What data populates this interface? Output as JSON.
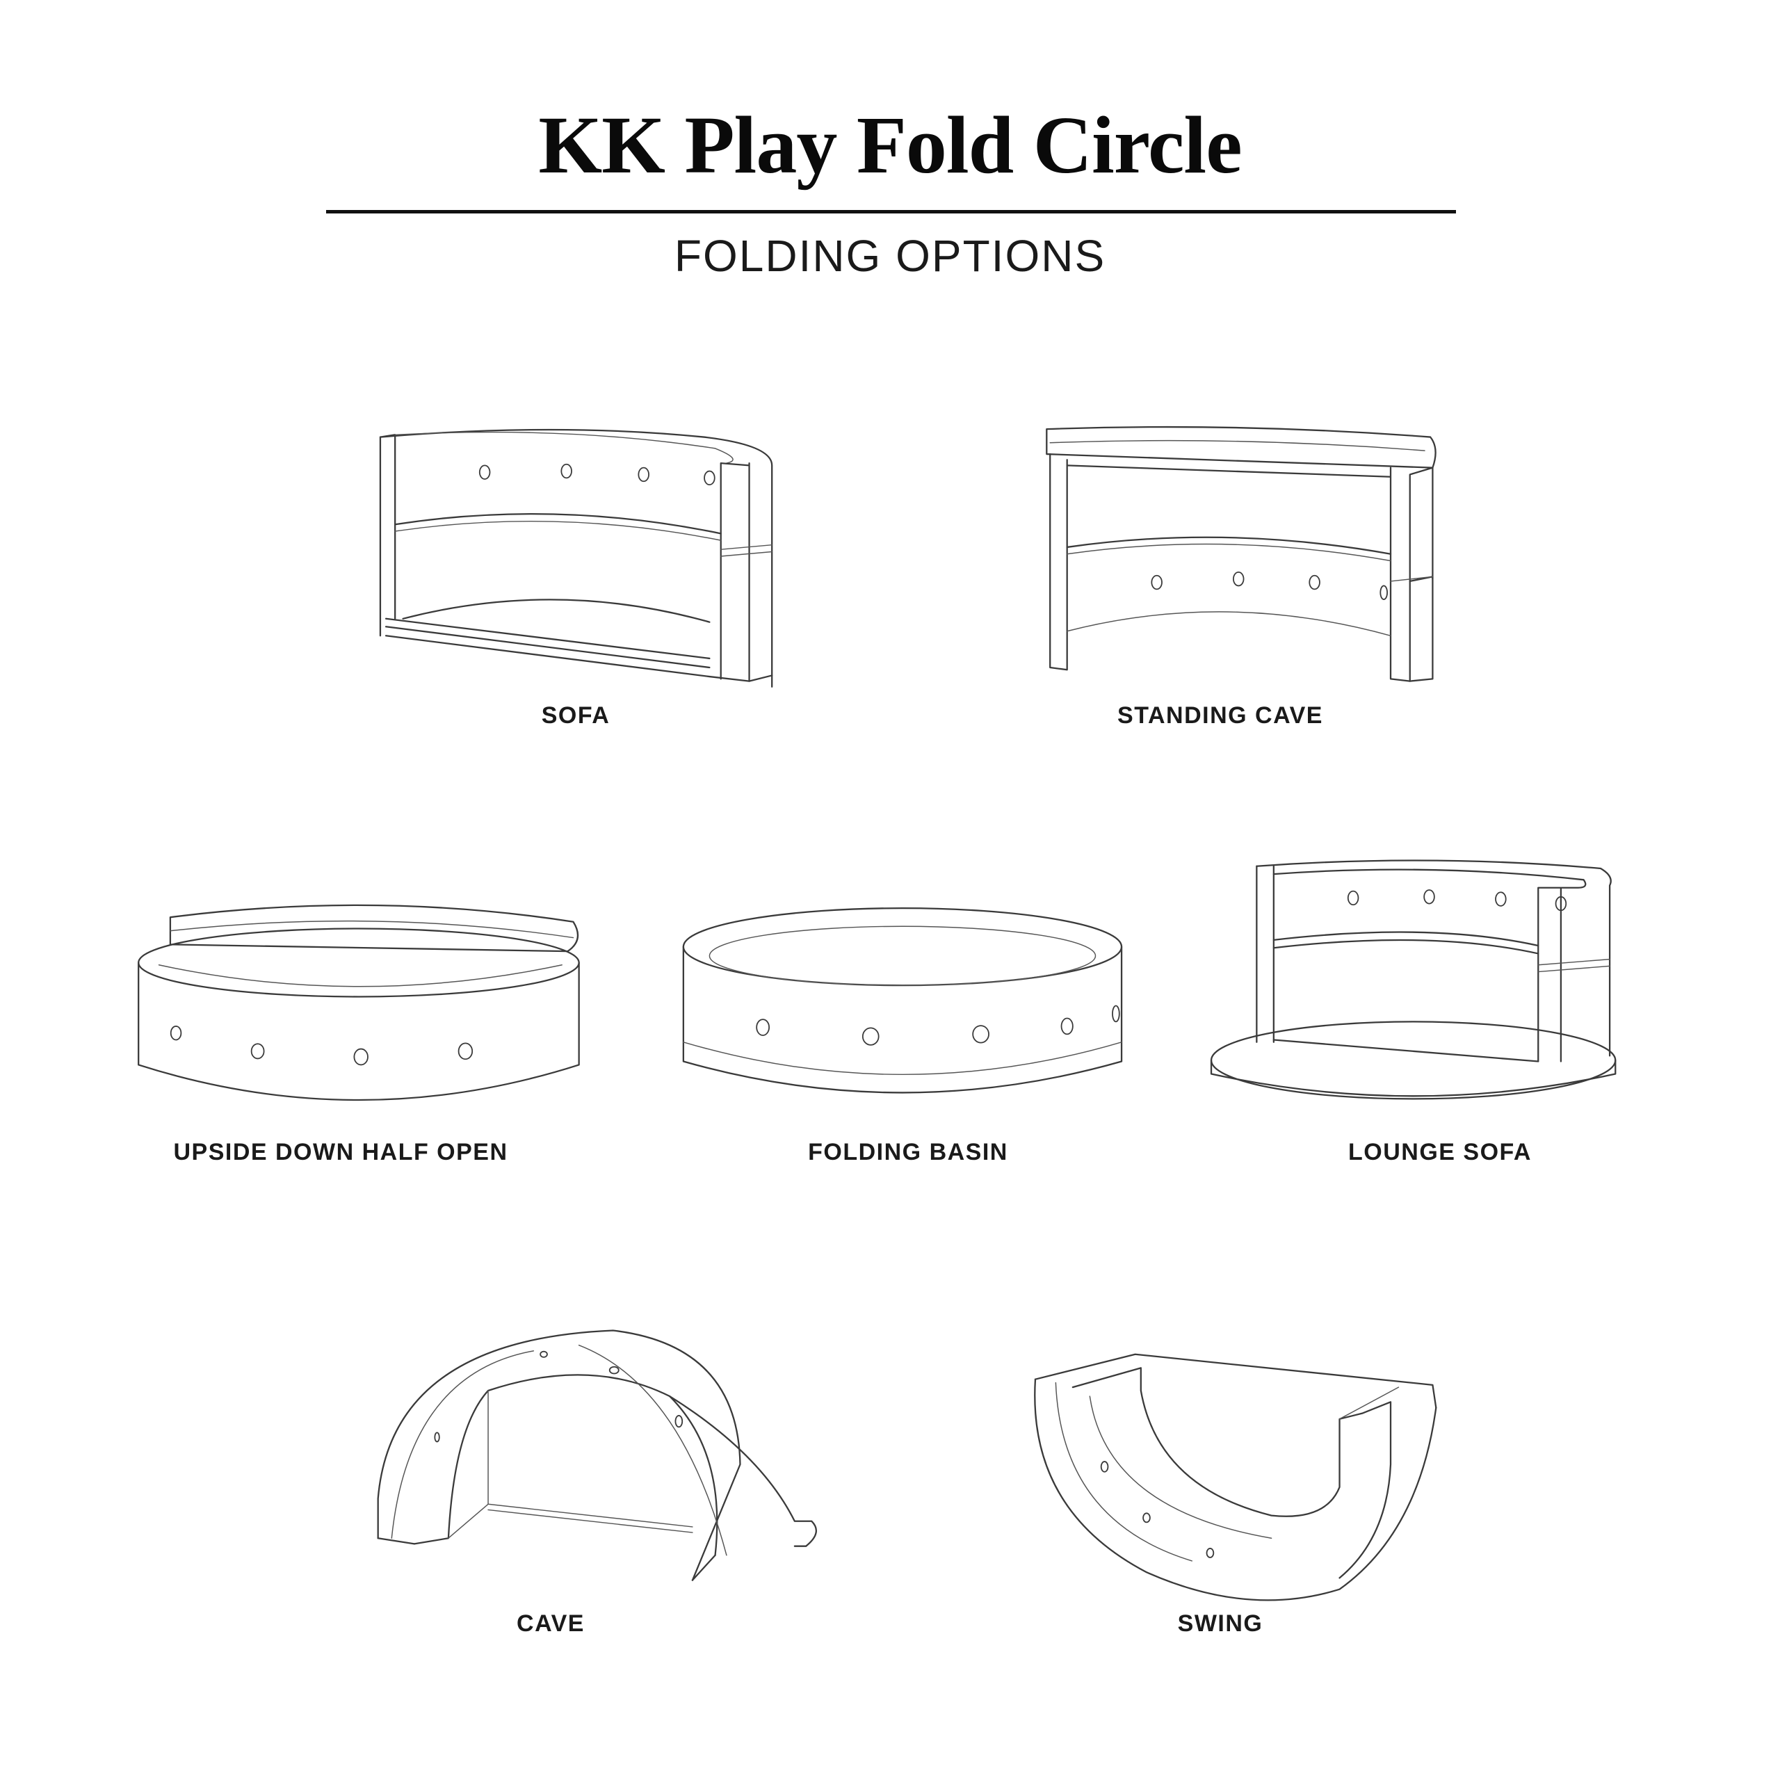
{
  "header": {
    "title": "KK Play Fold Circle",
    "subtitle": "FOLDING OPTIONS"
  },
  "options": [
    {
      "id": "sofa",
      "label": "SOFA",
      "illustration": "sofa-drawing"
    },
    {
      "id": "standing-cave",
      "label": "STANDING CAVE",
      "illustration": "standing-cave-drawing"
    },
    {
      "id": "upside-down-half-open",
      "label": "UPSIDE DOWN HALF OPEN",
      "illustration": "upside-down-half-open-drawing"
    },
    {
      "id": "folding-basin",
      "label": "FOLDING BASIN",
      "illustration": "folding-basin-drawing"
    },
    {
      "id": "lounge-sofa",
      "label": "LOUNGE SOFA",
      "illustration": "lounge-sofa-drawing"
    },
    {
      "id": "cave",
      "label": "CAVE",
      "illustration": "cave-drawing"
    },
    {
      "id": "swing",
      "label": "SWING",
      "illustration": "swing-drawing"
    }
  ],
  "colors": {
    "background": "#ffffff",
    "text": "#0a0a0a",
    "line_art": "#3a3a3a"
  }
}
